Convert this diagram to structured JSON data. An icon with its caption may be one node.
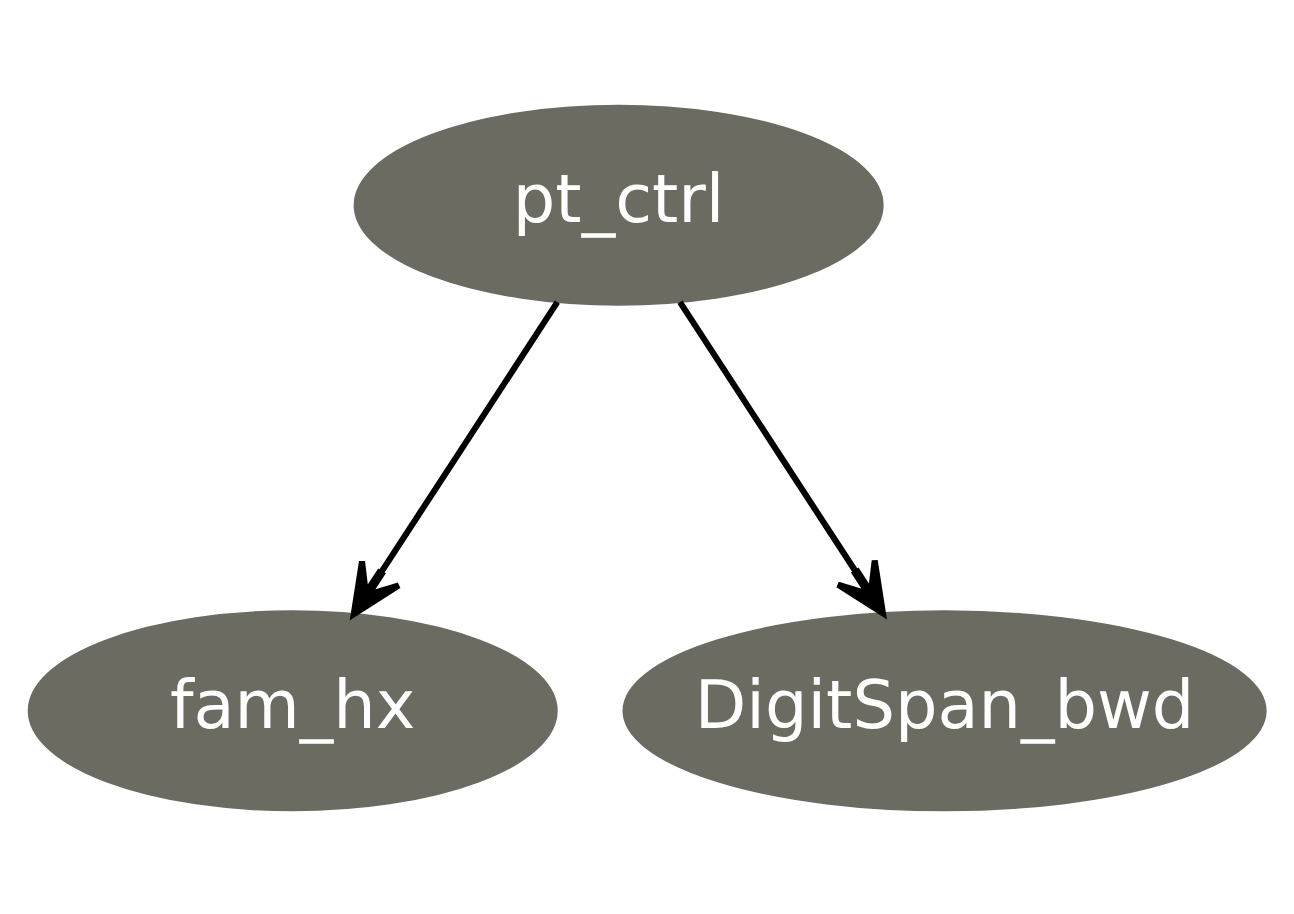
{
  "diagram": {
    "nodes": [
      {
        "text": [
          "pt_ctrl"
        ]
      },
      {
        "text": [
          "fam_hx"
        ]
      },
      {
        "text": [
          "DigitSpan_bwd"
        ]
      }
    ],
    "edges": [
      {
        "from": 0,
        "to": 1,
        "arrow": "to"
      },
      {
        "from": 0,
        "to": 2,
        "arrow": "to"
      }
    ]
  }
}
